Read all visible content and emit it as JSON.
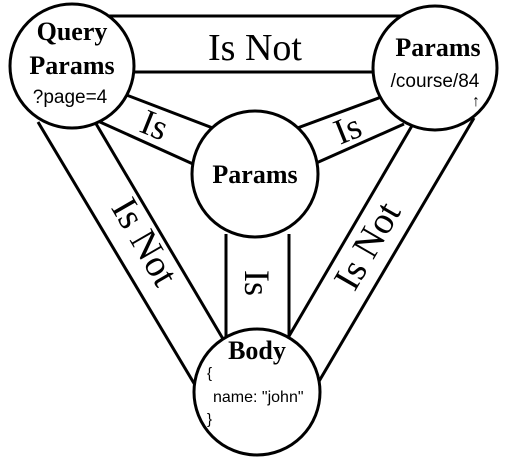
{
  "nodes": {
    "query": {
      "title_line1": "Query",
      "title_line2": "Params",
      "example": "?page=4"
    },
    "params_url": {
      "title": "Params",
      "path": "/course/84",
      "arrow": "↑"
    },
    "params_center": {
      "title": "Params"
    },
    "body": {
      "title": "Body",
      "open_brace": "{",
      "field": "name: \"john\"",
      "close_brace": "}"
    }
  },
  "edges": {
    "query_to_params_url": "Is Not",
    "query_to_center": "Is",
    "params_url_to_center": "Is",
    "query_to_body": "Is Not",
    "params_url_to_body": "Is Not",
    "center_to_body": "Is"
  }
}
